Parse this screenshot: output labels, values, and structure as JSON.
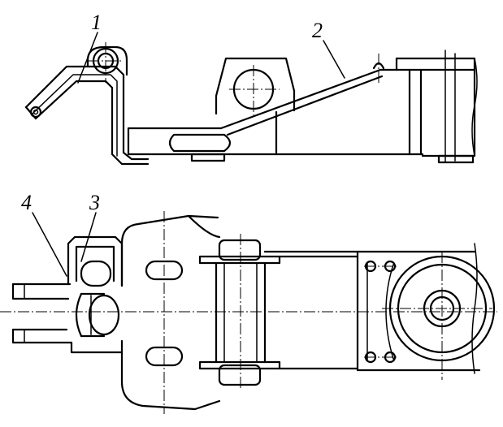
{
  "labels": [
    {
      "id": "1",
      "text": "1"
    },
    {
      "id": "2",
      "text": "2"
    },
    {
      "id": "3",
      "text": "3"
    },
    {
      "id": "4",
      "text": "4"
    }
  ],
  "colors": {
    "ink": "#000000",
    "paper": "#ffffff"
  }
}
